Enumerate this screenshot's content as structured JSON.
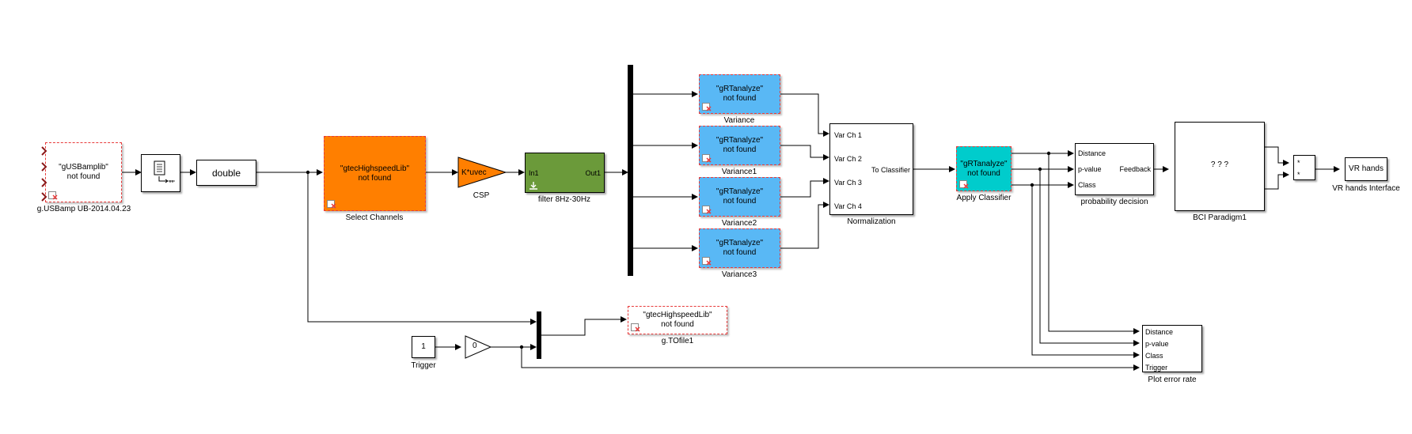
{
  "blocks": {
    "usbamp": {
      "text": "\"gUSBamplib\"\nnot found",
      "caption": "g.USBamp UB-2014.04.23"
    },
    "scope_icon": {
      "text": ""
    },
    "double": {
      "text": "double"
    },
    "select_channels": {
      "text": "\"gtecHighspeedLib\"\nnot found",
      "caption": "Select Channels"
    },
    "csp": {
      "text": "K*uvec",
      "caption": "CSP"
    },
    "filter": {
      "in": "In1",
      "out": "Out1",
      "caption": "filter 8Hz-30Hz"
    },
    "variance": {
      "text": "\"gRTanalyze\"\nnot found",
      "caption": "Variance"
    },
    "variance1": {
      "text": "\"gRTanalyze\"\nnot found",
      "caption": "Variance1"
    },
    "variance2": {
      "text": "\"gRTanalyze\"\nnot found",
      "caption": "Variance2"
    },
    "variance3": {
      "text": "\"gRTanalyze\"\nnot found",
      "caption": "Variance3"
    },
    "normalization": {
      "in1": "Var Ch 1",
      "in2": "Var Ch 2",
      "in3": "Var Ch 3",
      "in4": "Var Ch 4",
      "out": "To Classifier",
      "caption": "Normalization"
    },
    "apply_classifier": {
      "text": "\"gRTanalyze\"\nnot found",
      "caption": "Apply Classifier"
    },
    "probability_decision": {
      "in1": "Distance",
      "in2": "p-value",
      "in3": "Class",
      "out": "Feedback",
      "caption": "probability decision"
    },
    "bci_paradigm": {
      "text": "? ? ?",
      "caption": "BCI Paradigm1"
    },
    "product": {
      "in1": "*",
      "in2": "*"
    },
    "vr_hands": {
      "text": "VR hands",
      "caption": "VR hands Interface"
    },
    "tofile": {
      "text": "\"gtecHighspeedLib\"\nnot found",
      "caption": "g.TOfile1"
    },
    "trigger_const": {
      "text": "1",
      "caption": "Trigger"
    },
    "gain0": {
      "text": "0"
    },
    "plot_error": {
      "in1": "Distance",
      "in2": "p-value",
      "in3": "Class",
      "in4": "Trigger",
      "caption": "Plot error rate"
    }
  },
  "colors": {
    "orange": "#ff7f00",
    "green": "#6b9a3a",
    "blue": "#59b8f5",
    "cyan": "#00cccc",
    "broken_border": "#e83a3a"
  }
}
